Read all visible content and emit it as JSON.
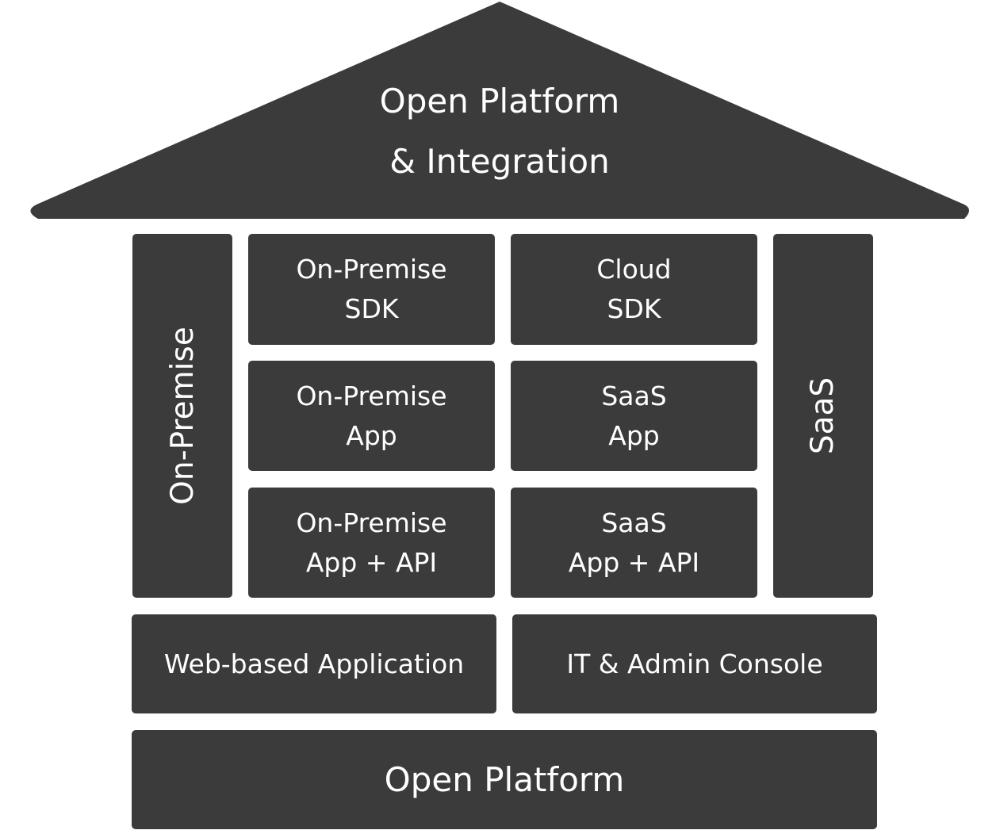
{
  "roof": {
    "line1": "Open Platform",
    "line2": "& Integration"
  },
  "pillars": {
    "left": "On-Premise",
    "right": "SaaS"
  },
  "grid": [
    {
      "line1": "On-Premise",
      "line2": "SDK"
    },
    {
      "line1": "Cloud",
      "line2": "SDK"
    },
    {
      "line1": "On-Premise",
      "line2": "App"
    },
    {
      "line1": "SaaS",
      "line2": "App"
    },
    {
      "line1": "On-Premise",
      "line2": "App + API"
    },
    {
      "line1": "SaaS",
      "line2": "App + API"
    }
  ],
  "middle": {
    "left": "Web-based Application",
    "right": "IT & Admin Console"
  },
  "foundation": "Open Platform",
  "colors": {
    "block": "#3b3b3b",
    "text": "#ffffff",
    "background": "#ffffff"
  }
}
